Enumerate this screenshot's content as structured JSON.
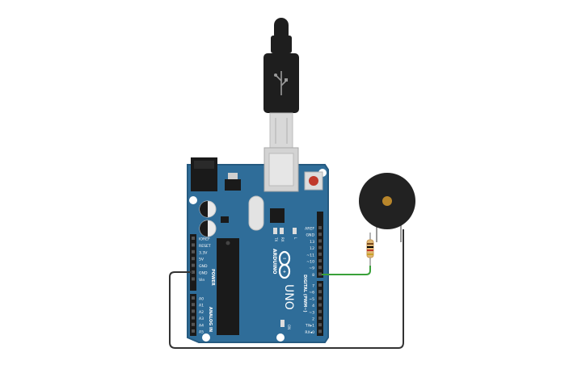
{
  "board": {
    "brand": "ARDUINO",
    "model": "UNO",
    "power_header": "POWER",
    "analog_header": "ANALOG IN",
    "digital_header": "DIGITAL (PWM~)",
    "on_label": "ON",
    "tx_label": "TX",
    "rx_label": "RX",
    "l_label": "L",
    "power_pins": [
      "IOREF",
      "RESET",
      "3.3V",
      "5V",
      "GND",
      "GND",
      "Vin"
    ],
    "analog_pins": [
      "A0",
      "A1",
      "A2",
      "A3",
      "A4",
      "A5"
    ],
    "digital_pins_upper": [
      "AREF",
      "GND",
      "13",
      "12",
      "~11",
      "~10",
      "~9",
      "8"
    ],
    "digital_pins_lower": [
      "7",
      "~6",
      "~5",
      "4",
      "~3",
      "2",
      "TX▸1",
      "RX◂0"
    ]
  },
  "components": {
    "usb_cable": "usb-cable",
    "resistor": "resistor",
    "buzzer": "piezo-buzzer"
  },
  "colors": {
    "board": "#2f6d99",
    "board_edge": "#255a80",
    "wire_signal": "#3aa13a",
    "wire_ground": "#333333",
    "buzzer": "#222222",
    "buzzer_center": "#b8862b",
    "reset_button": "#c0392b"
  }
}
